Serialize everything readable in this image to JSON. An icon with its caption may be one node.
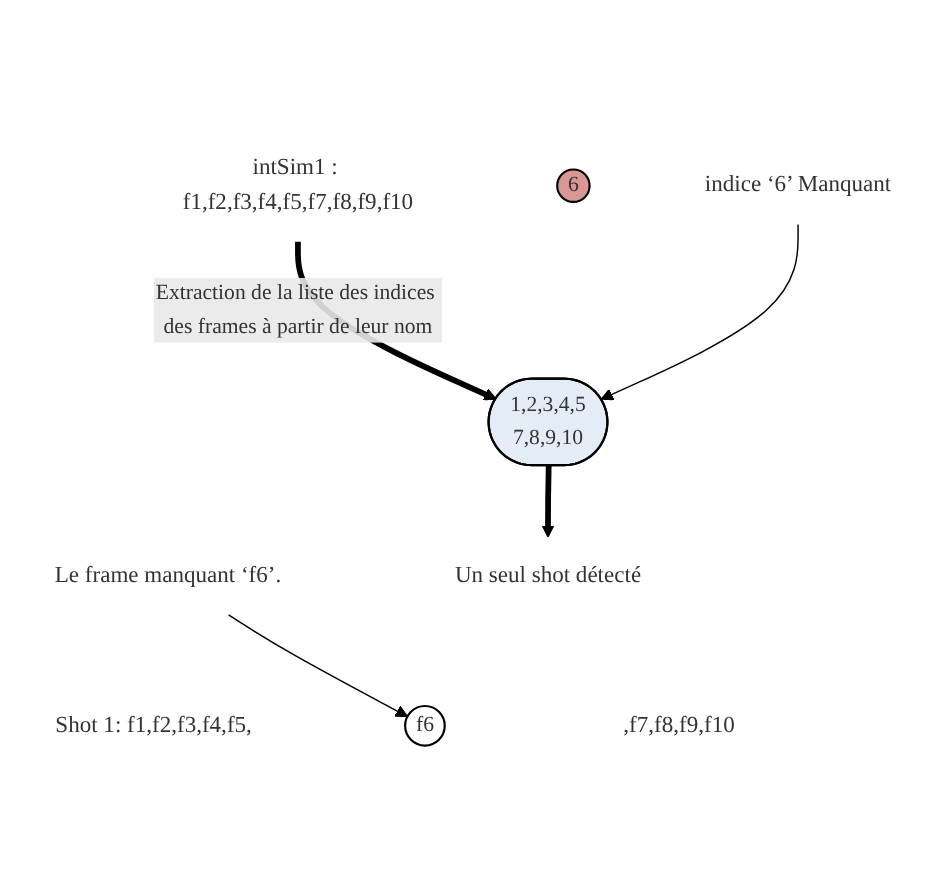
{
  "diagram": {
    "nodes": [
      {
        "text": [
          "intSim1 : f1,f2,f3,f4,f5,f7,f8,f9,f10"
        ]
      },
      {
        "text": [
          "1,2,3,4,5",
          "7,8,9,10"
        ]
      },
      {
        "text": [
          "6"
        ]
      },
      {
        "text": [
          "indice ‘6’ Manquant"
        ]
      },
      {
        "text": [
          "Un seul shot détecté"
        ]
      },
      {
        "text": [
          "Le frame manquant ‘f6’."
        ]
      },
      {
        "text": [
          "Shot 1: f1,f2,f3,f4,f5,"
        ]
      },
      {
        "text": [
          "f6"
        ]
      },
      {
        "text": [
          ",f7,f8,f9,f10"
        ]
      }
    ],
    "edges": [
      {
        "from": 0,
        "to": 1,
        "arrow": "to",
        "style": "thick",
        "label": "Extraction de la liste des indices des frames à partir de leur nom"
      },
      {
        "from": 1,
        "to": 4,
        "arrow": "to",
        "style": "thick"
      },
      {
        "from": 3,
        "to": 1,
        "arrow": "to"
      },
      {
        "from": 5,
        "to": 7,
        "arrow": "to"
      }
    ]
  }
}
